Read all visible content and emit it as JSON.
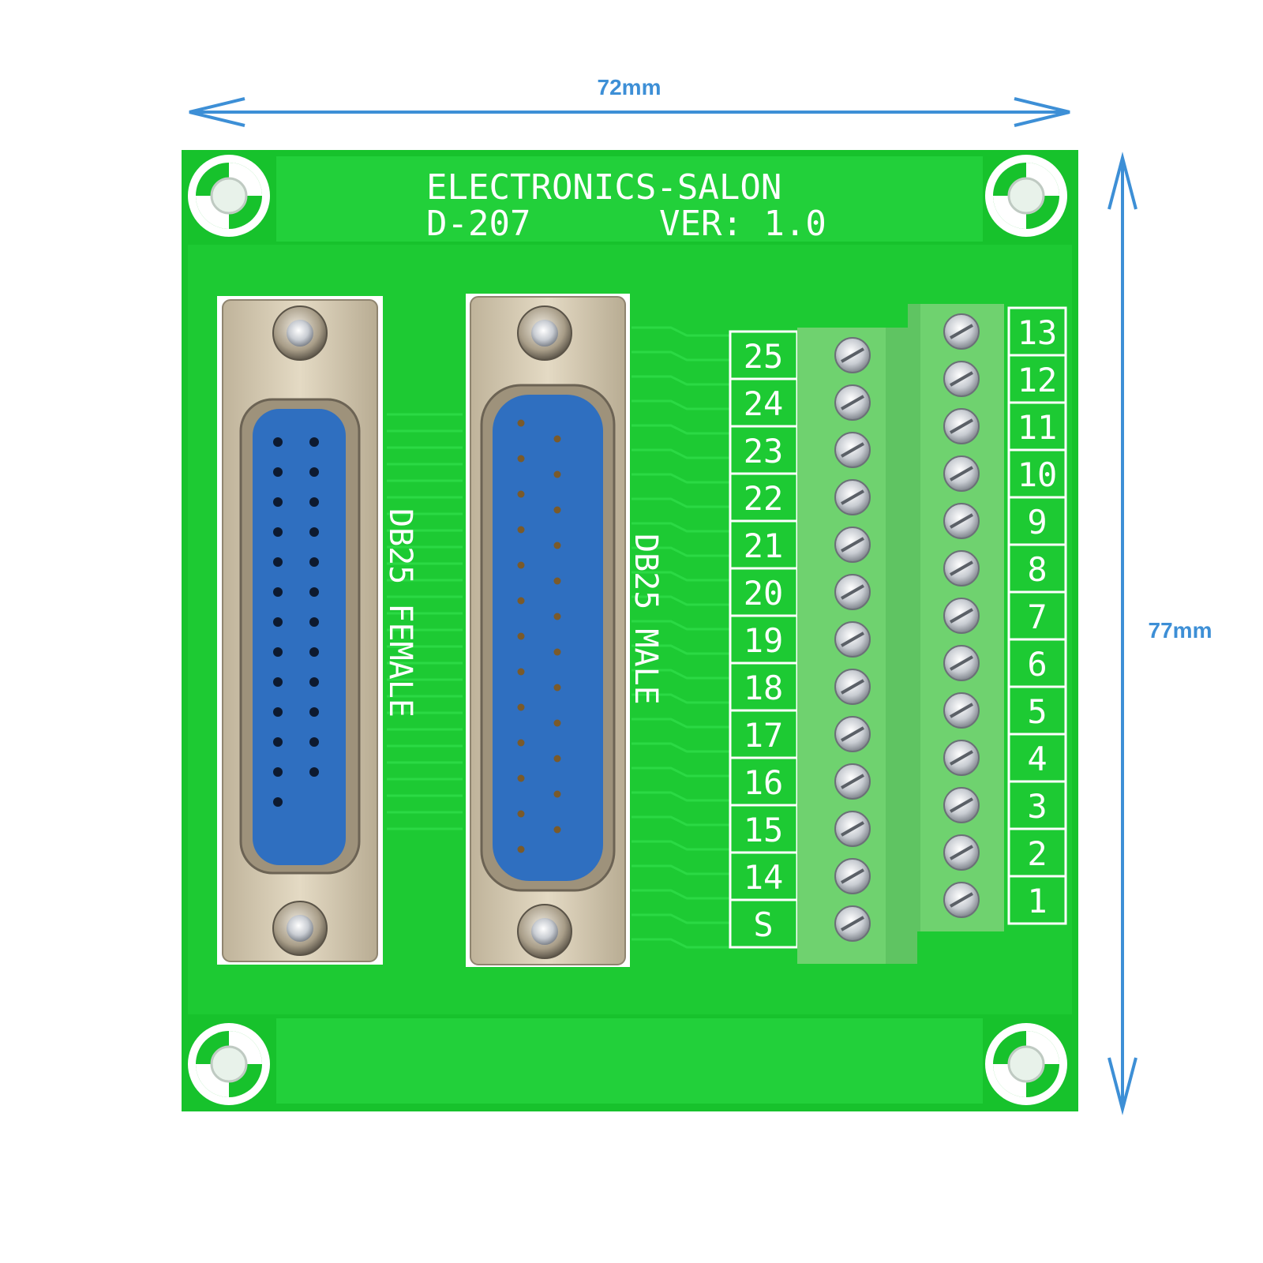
{
  "dimensions": {
    "width": "72mm",
    "height": "77mm"
  },
  "board": {
    "brand": "ELECTRONICS-SALON",
    "model": "D-207",
    "version": "VER: 1.0"
  },
  "connectors": {
    "female_label": "DB25 FEMALE",
    "male_label": "DB25 MALE"
  },
  "terminals": {
    "left_column": [
      "25",
      "24",
      "23",
      "22",
      "21",
      "20",
      "19",
      "18",
      "17",
      "16",
      "15",
      "14",
      "S"
    ],
    "right_column": [
      "13",
      "12",
      "11",
      "10",
      "9",
      "8",
      "7",
      "6",
      "5",
      "4",
      "3",
      "2",
      "1"
    ]
  },
  "colors": {
    "pcb": "#17c22c",
    "pcb_light": "#22d03a",
    "terminal_block": "#67cc6a",
    "connector_shell": "#d4c8b0",
    "connector_insert": "#2f6fc0",
    "dimension_arrow": "#3d8fd6"
  }
}
